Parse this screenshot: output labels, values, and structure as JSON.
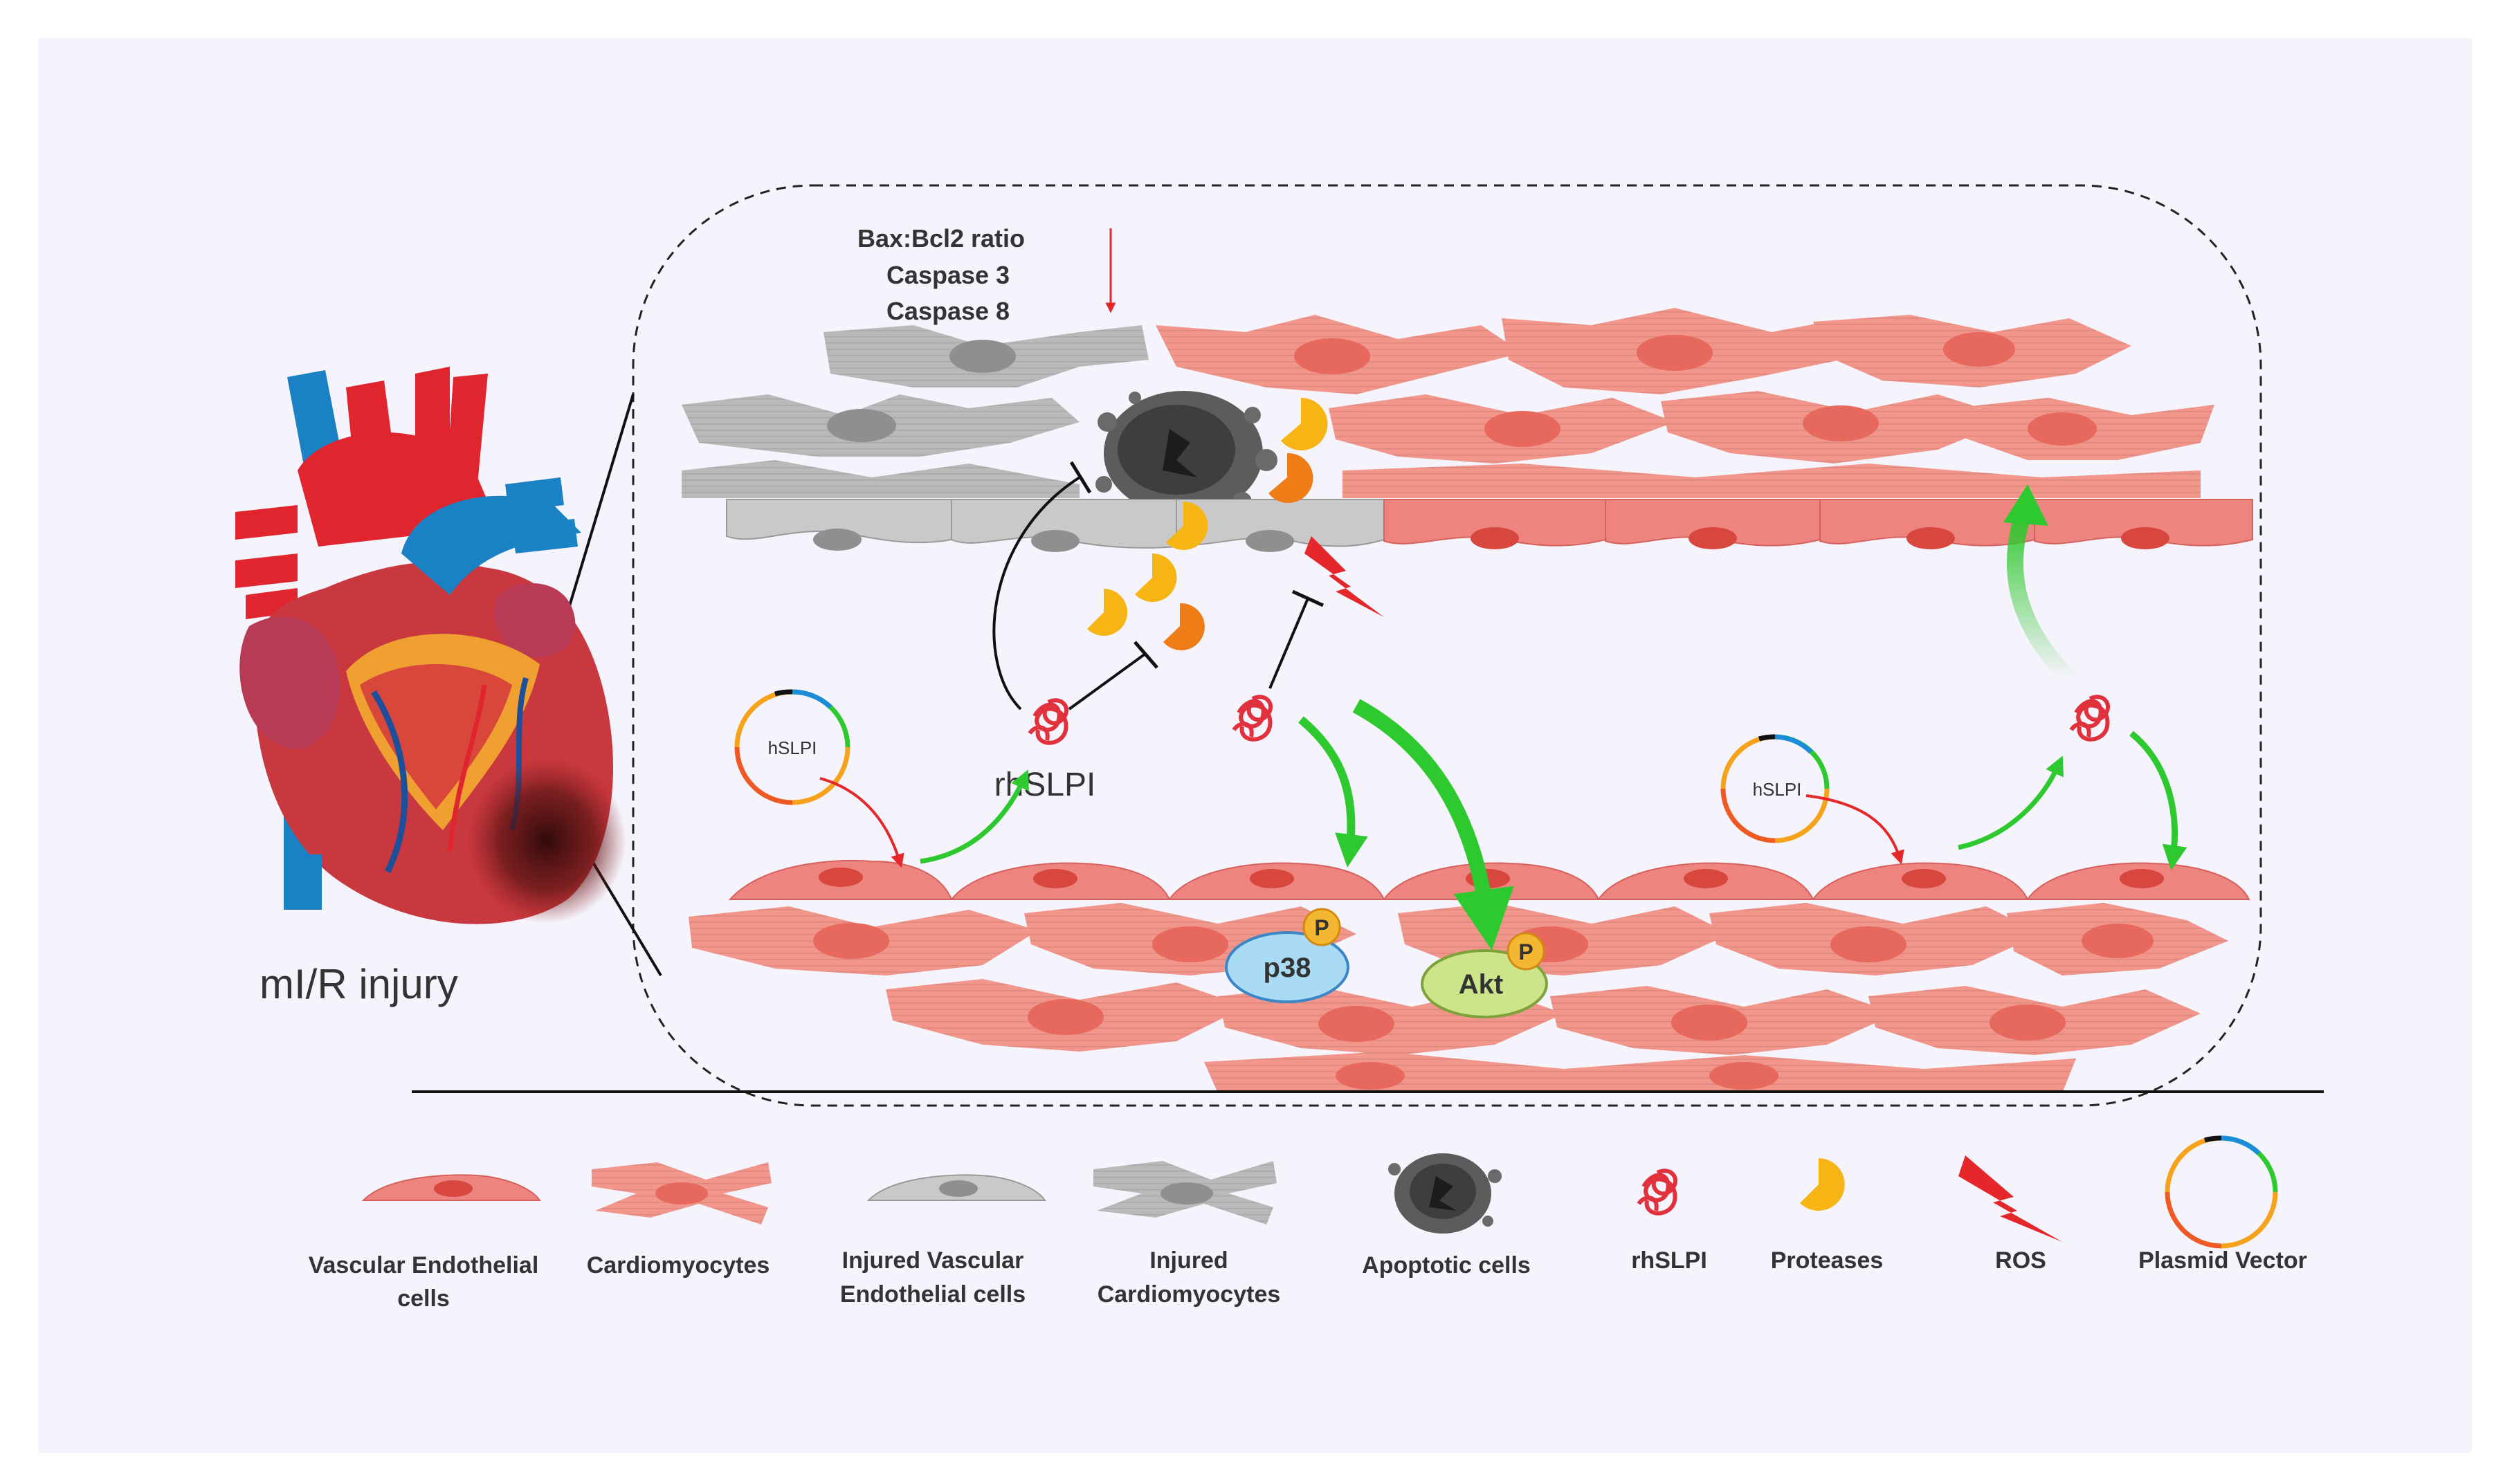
{
  "figure": {
    "heart_label": "mI/R injury",
    "markers": [
      "Bax:Bcl2 ratio",
      "Caspase 3",
      "Caspase 8"
    ],
    "drug_label": "rhSLPI",
    "plasmid_label": "hSLPI",
    "kinases": {
      "p38": "p38",
      "akt": "Akt",
      "phospho": "P"
    }
  },
  "legend": {
    "items": [
      {
        "id": "endothelial",
        "lines": [
          "Vascular Endothelial",
          "cells"
        ]
      },
      {
        "id": "cardiomyocyte",
        "lines": [
          "Cardiomyocytes"
        ]
      },
      {
        "id": "injured-endothelial",
        "lines": [
          "Injured Vascular",
          "Endothelial cells"
        ]
      },
      {
        "id": "injured-cardiomyocyte",
        "lines": [
          "Injured",
          "Cardiomyocytes"
        ]
      },
      {
        "id": "apoptotic",
        "lines": [
          "Apoptotic cells"
        ]
      },
      {
        "id": "rhslpi",
        "lines": [
          "rhSLPI"
        ]
      },
      {
        "id": "proteases",
        "lines": [
          "Proteases"
        ]
      },
      {
        "id": "ros",
        "lines": [
          "ROS"
        ]
      },
      {
        "id": "plasmid",
        "lines": [
          "Plasmid Vector"
        ]
      }
    ]
  },
  "colors": {
    "background": "#f5f3fb",
    "cardiomyocyte": "#f2958a",
    "cardiomyocyte_nucleus": "#e7685c",
    "endothelial": "#ee8480",
    "injured": "#b9b9b9",
    "protease": "#f6b415",
    "protease_dark": "#ef7d17",
    "ros": "#e5262a",
    "green_arrow": "#2ec92e",
    "red_arrow": "#e5262a",
    "p38": "#a9dcf4",
    "akt": "#cde58a",
    "phospho": "#f4b731"
  }
}
